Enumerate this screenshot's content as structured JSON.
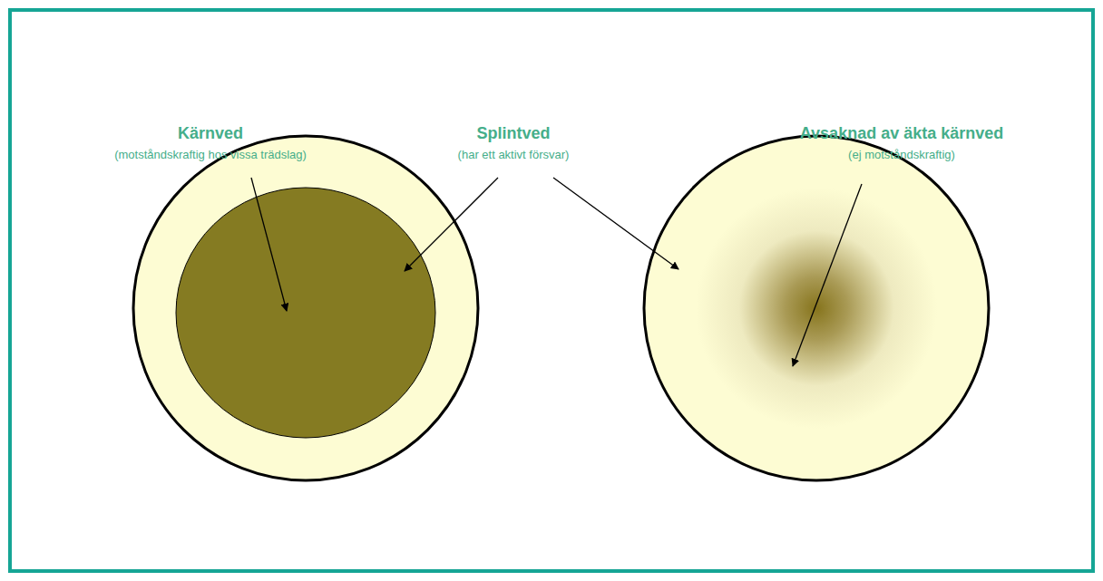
{
  "diagram": {
    "labels": [
      "Kärnved",
      "(motståndskraftig hos vissa trädslag)",
      "Splintved",
      "(har ett aktivt försvar)",
      "Avsaknad av äkta kärnved",
      "(ej motståndskraftig)"
    ]
  }
}
